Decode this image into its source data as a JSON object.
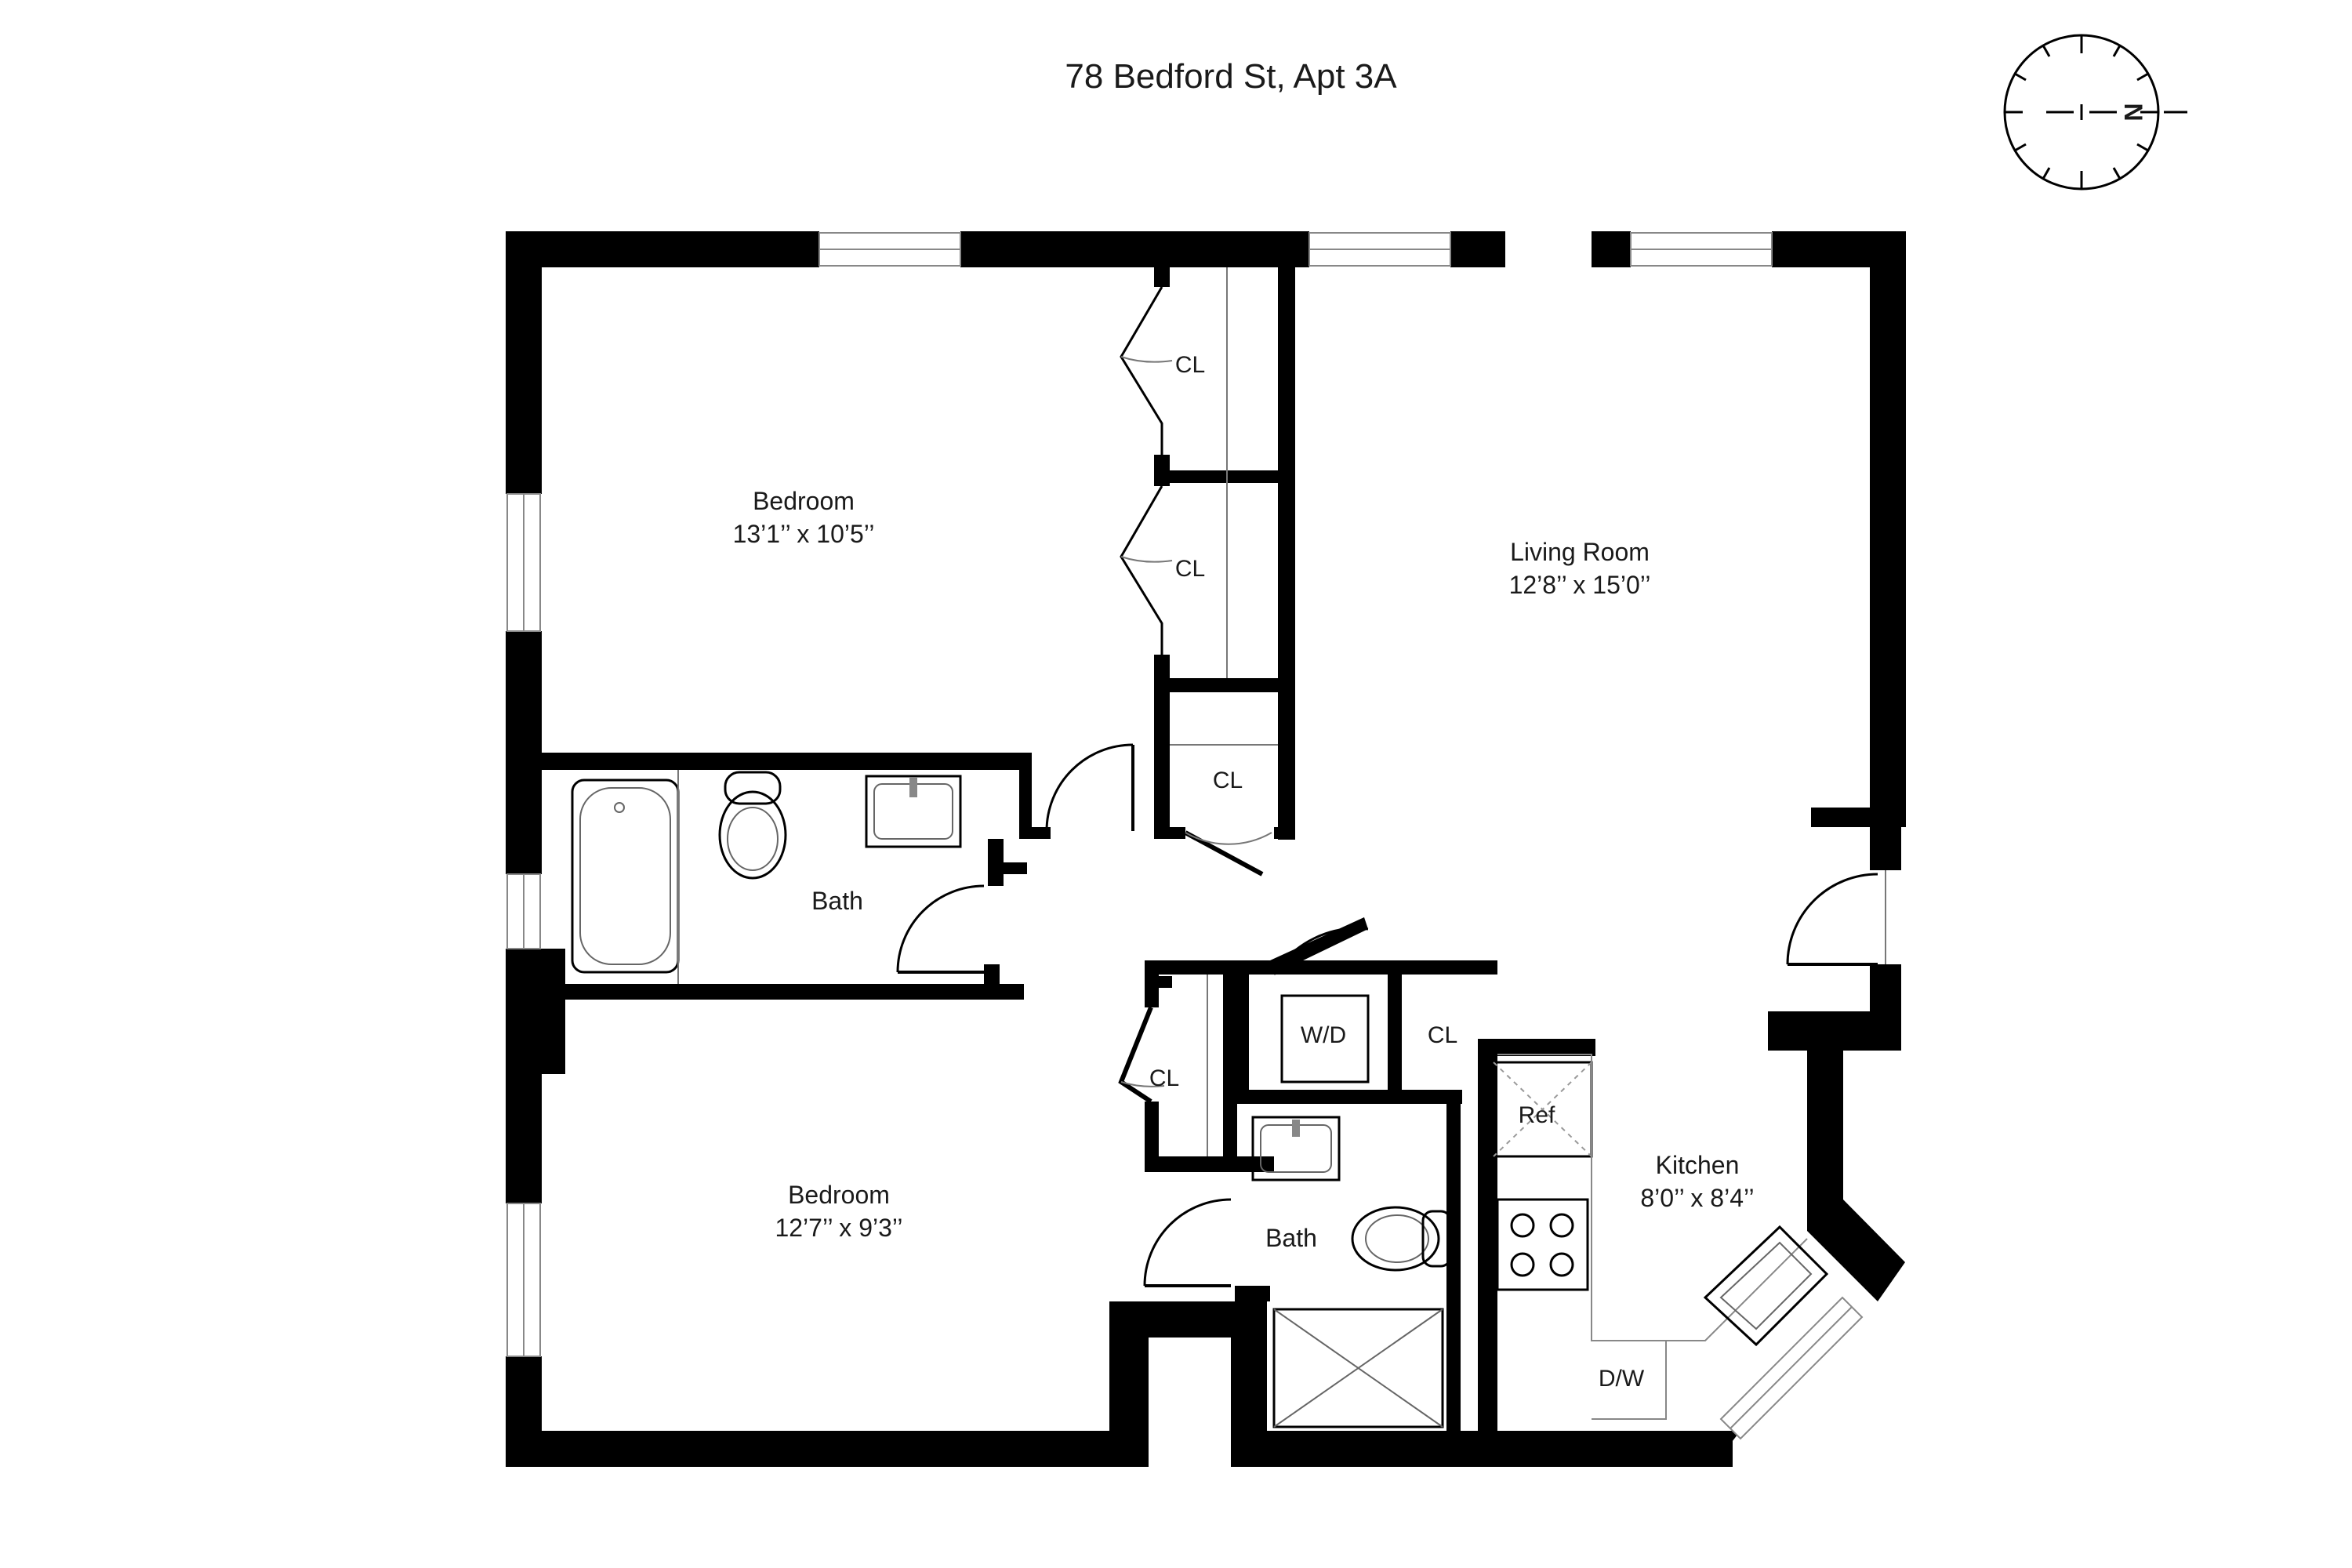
{
  "title": "78 Bedford St, Apt 3A",
  "compass": {
    "north_label": "N"
  },
  "rooms": {
    "bedroom1": {
      "name": "Bedroom",
      "size": "13’1’’ x 10’5’’"
    },
    "bedroom2": {
      "name": "Bedroom",
      "size": "12’7’’ x 9’3’’"
    },
    "living": {
      "name": "Living Room",
      "size": "12’8’’ x 15’0’’"
    },
    "kitchen": {
      "name": "Kitchen",
      "size": "8’0’’ x 8’4’’"
    },
    "bath1": {
      "name": "Bath"
    },
    "bath2": {
      "name": "Bath"
    }
  },
  "labels": {
    "closet1": "CL",
    "closet2": "CL",
    "closet3": "CL",
    "closet4": "CL",
    "closet5": "CL",
    "washer_dryer": "W/D",
    "refrigerator": "Ref",
    "dishwasher": "D/W"
  }
}
